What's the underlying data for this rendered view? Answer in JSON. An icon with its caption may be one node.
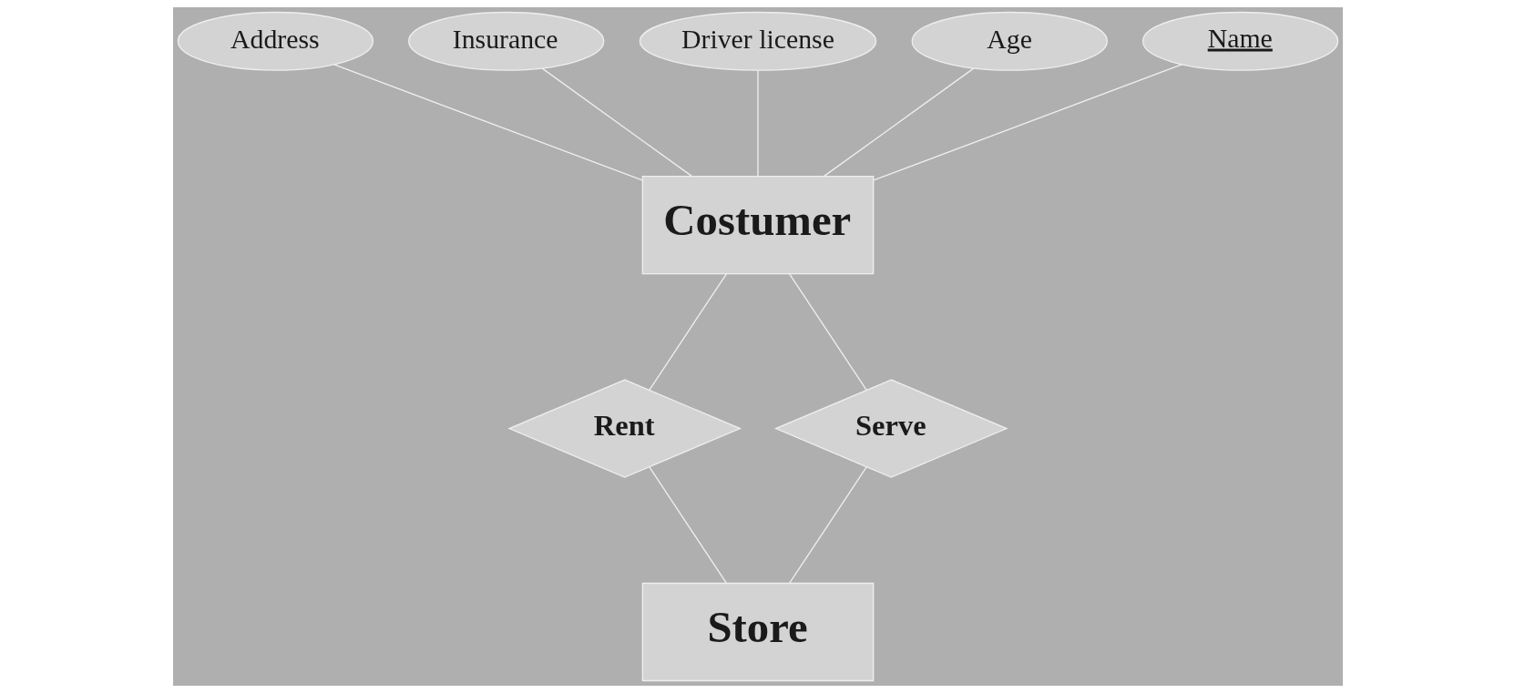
{
  "diagram": {
    "nodes": [
      {
        "text": [
          "Address"
        ]
      },
      {
        "text": [
          "Insurance"
        ]
      },
      {
        "text": [
          "Driver license"
        ]
      },
      {
        "text": [
          "Age"
        ]
      },
      {
        "text": [
          "Name"
        ]
      },
      {
        "text": [
          "Costumer"
        ]
      },
      {
        "text": [
          "Rent"
        ]
      },
      {
        "text": [
          "Serve"
        ]
      },
      {
        "text": [
          "Store"
        ]
      }
    ],
    "edges": [
      {
        "from": 4,
        "to": 5,
        "arrow": "none"
      },
      {
        "from": 3,
        "to": 5,
        "arrow": "none"
      },
      {
        "from": 1,
        "to": 5,
        "arrow": "none"
      },
      {
        "from": 0,
        "to": 5,
        "arrow": "none"
      },
      {
        "from": 2,
        "to": 5,
        "arrow": "none"
      },
      {
        "from": 5,
        "to": 6,
        "arrow": "none"
      },
      {
        "from": 6,
        "to": 8,
        "arrow": "none"
      },
      {
        "from": 5,
        "to": 7,
        "arrow": "none"
      },
      {
        "from": 7,
        "to": 8,
        "arrow": "none"
      }
    ]
  }
}
